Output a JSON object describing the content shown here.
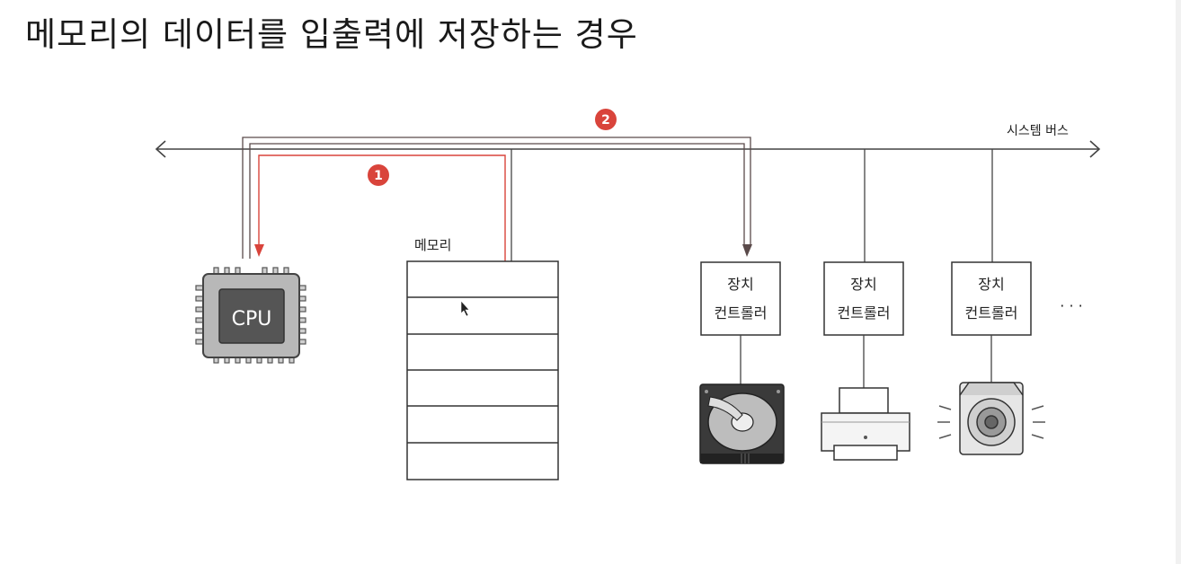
{
  "title": "메모리의 데이터를 입출력에 저장하는 경우",
  "bus": {
    "label": "시스템 버스"
  },
  "steps": [
    {
      "number": "1",
      "color": "#d9443b"
    },
    {
      "number": "2",
      "color": "#d9443b"
    }
  ],
  "cpu": {
    "label": "CPU"
  },
  "memory": {
    "label": "메모리",
    "rows": 6
  },
  "controllers": [
    {
      "line1": "장치",
      "line2": "컨트롤러",
      "device": "hard-disk-icon"
    },
    {
      "line1": "장치",
      "line2": "컨트롤러",
      "device": "printer-icon"
    },
    {
      "line1": "장치",
      "line2": "컨트롤러",
      "device": "speaker-icon"
    }
  ],
  "ellipsis": "· · ·",
  "colors": {
    "path1": "#d9443b",
    "path2": "#5a4a4a",
    "bus": "#444444"
  }
}
